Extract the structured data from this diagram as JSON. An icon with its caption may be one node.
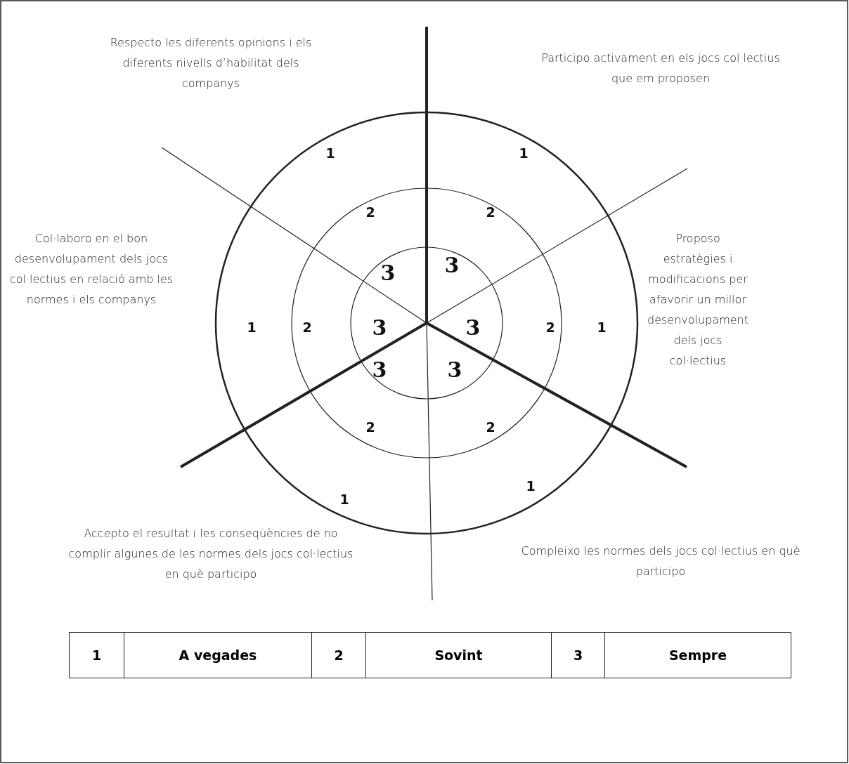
{
  "diagram": {
    "labels": [
      "Respecto les diferents opinions i els diferents nivells d’habilitat dels companys",
      "Participo activament en els jocs col·lectius que em proposen",
      "1",
      "1",
      "2",
      "2",
      "Col·laboro en el bon desenvolupament dels jocs col·lectius en relació amb les normes i els companys",
      "Proposo estratègies i modificacions per afavorir un millor desenvolupament dels jocs col·lectius",
      "3",
      "3",
      "1",
      "2",
      "3",
      "3",
      "2",
      "1",
      "3",
      "3",
      "2",
      "2",
      "1",
      "1",
      "Accepto el resultat i les conseqüències de no complir algunes de les normes dels jocs col·lectius en què participo",
      "Compleixo les normes dels jocs col·lectius en què participo",
      "1",
      "A vegades",
      "2",
      "Sovint",
      "3",
      "Sempre"
    ]
  }
}
